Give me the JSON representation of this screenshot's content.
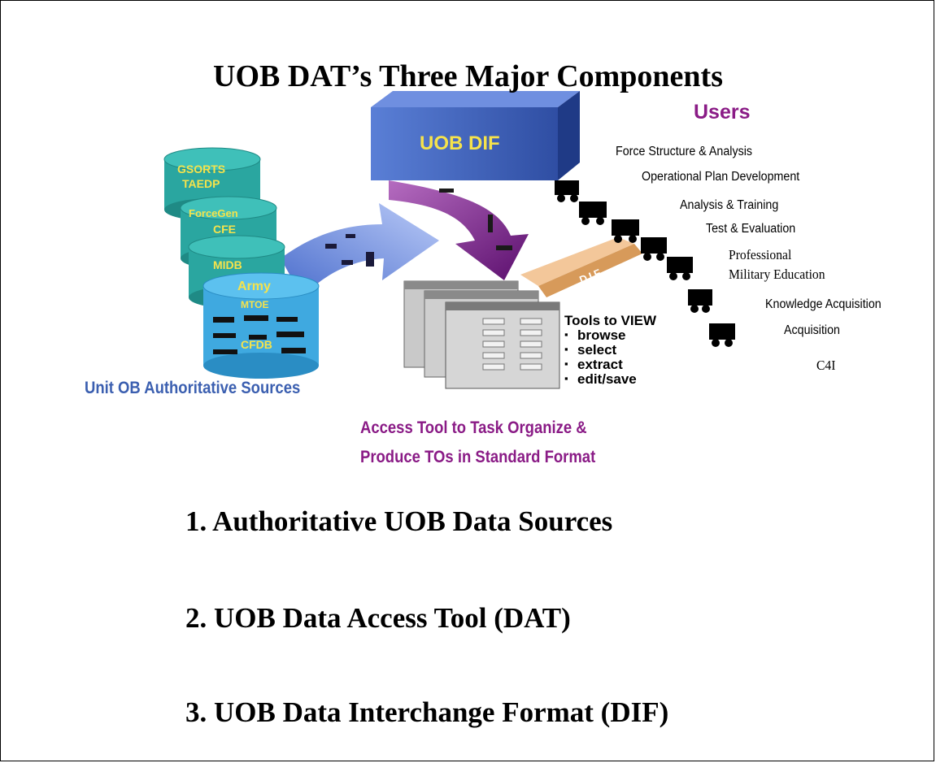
{
  "title": "UOB DAT’s Three Major Components",
  "users": {
    "heading": "Users",
    "items": [
      "Force Structure & Analysis",
      "Operational Plan Development",
      "Analysis & Training",
      "Test & Evaluation",
      "Professional",
      "Military Education",
      "Knowledge Acquisition",
      "Acquisition",
      "C4I"
    ]
  },
  "dif_box": {
    "label": "UOB DIF"
  },
  "dif_strip": {
    "label": "DIF"
  },
  "databases": {
    "items": [
      "GSORTS",
      "TAEDP",
      "ForceGen",
      "CFE",
      "MIDB",
      "Army",
      "MTOE",
      "CFDB"
    ]
  },
  "sources_label": "Unit OB Authoritative Sources",
  "tools": {
    "heading": "Tools to VIEW",
    "items": [
      "browse",
      "select",
      "extract",
      "edit/save"
    ]
  },
  "access_label": {
    "line1": "Access Tool to Task Organize &",
    "line2": "Produce TOs in Standard Format"
  },
  "components": [
    "1.  Authoritative UOB Data Sources",
    "2.  UOB Data Access Tool (DAT)",
    "3.  UOB Data Interchange Format (DIF)"
  ],
  "colors": {
    "users_heading": "#8a1b86",
    "sources_label": "#3b5fb0",
    "access_label": "#8a1b86",
    "dif_box": "#3a5bb4",
    "dif_text": "#f6e34b",
    "db_teal": "#2aa6a0",
    "arrow_blue": "#6f8ee6",
    "arrow_purple": "#7c1b89"
  }
}
